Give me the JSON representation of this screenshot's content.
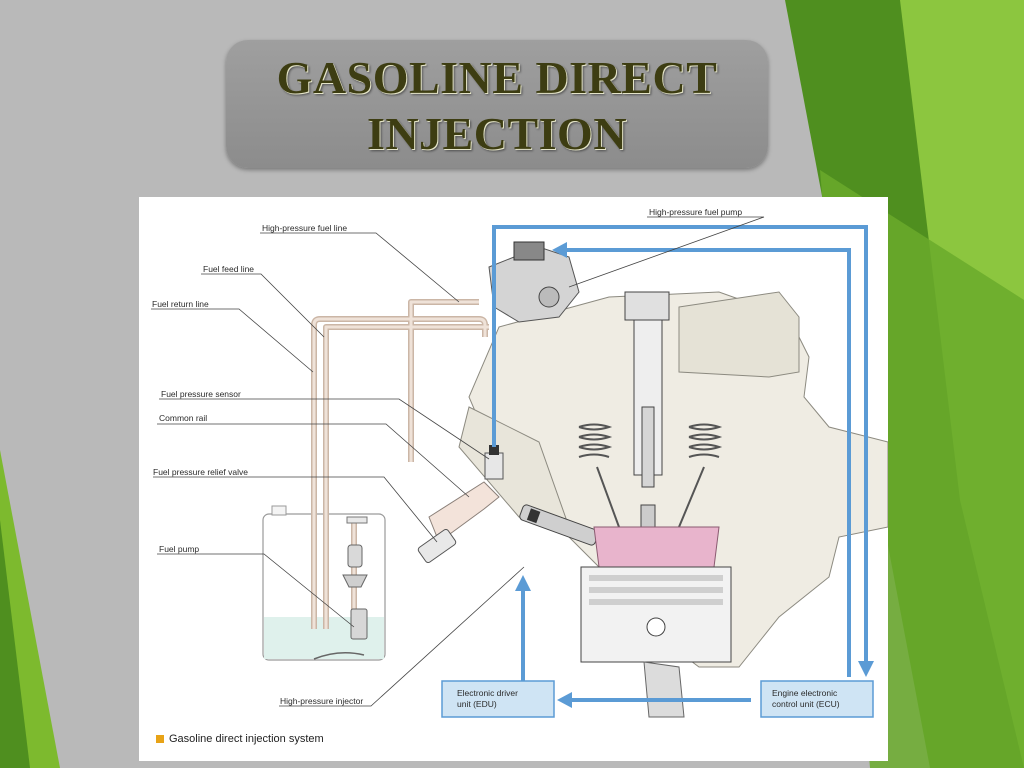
{
  "slide": {
    "title_line1": "GASOLINE DIRECT",
    "title_line2": "INJECTION"
  },
  "diagram": {
    "labels": {
      "high_pressure_fuel_line": "High-pressure fuel line",
      "fuel_feed_line": "Fuel feed line",
      "fuel_return_line": "Fuel return line",
      "fuel_pressure_sensor": "Fuel pressure sensor",
      "common_rail": "Common rail",
      "fuel_pressure_relief_valve": "Fuel pressure relief valve",
      "fuel_pump": "Fuel pump",
      "high_pressure_injector": "High-pressure injector",
      "high_pressure_fuel_pump": "High-pressure fuel pump"
    },
    "edu_line1": "Electronic driver",
    "edu_line2": "unit (EDU)",
    "ecu_line1": "Engine electronic",
    "ecu_line2": "control unit (ECU)",
    "caption": "Gasoline direct injection system",
    "colors": {
      "signal_line": "#5b9bd5",
      "control_box": "#cfe4f4",
      "fuel_line": "#eedfd5",
      "combustion_chamber": "#e8b4cc",
      "caption_marker": "#e8a317",
      "slide_background": "#b9b9b9",
      "accent_green": "#7dba2e"
    }
  }
}
